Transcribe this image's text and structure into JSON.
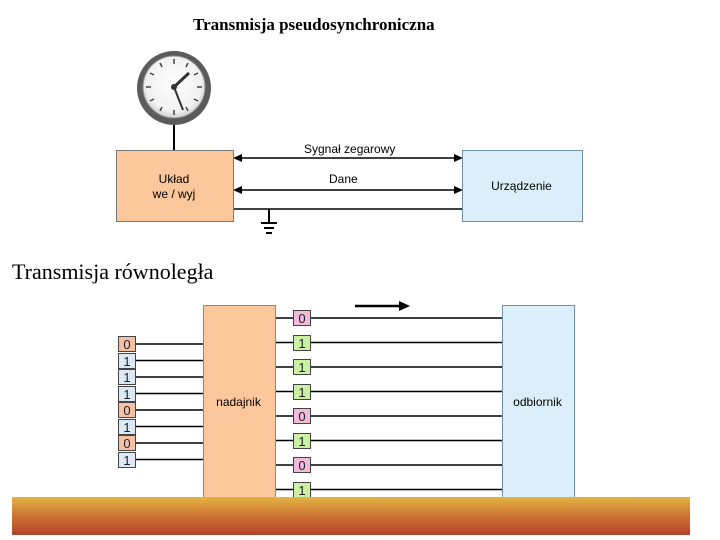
{
  "top": {
    "title": "Transmisja pseudosynchroniczna",
    "clock_signal_label": "Sygnał zegarowy",
    "data_label": "Dane",
    "io_unit_label_line1": "Układ",
    "io_unit_label_line2": "we / wyj",
    "device_label": "Urządzenie"
  },
  "bottom": {
    "heading": "Transmisja równoległa",
    "transmitter_label": "nadajnik",
    "receiver_label": "odbiornik",
    "input_bits": [
      "0",
      "1",
      "1",
      "1",
      "0",
      "1",
      "0",
      "1"
    ],
    "line_bits": [
      "0",
      "1",
      "1",
      "1",
      "0",
      "1",
      "0",
      "1"
    ]
  },
  "colors": {
    "bit_0": "#f2b9de",
    "bit_1": "#ccefa6",
    "bit_input_0": "#f7c0a6",
    "bit_input_1": "#dce8f6"
  }
}
